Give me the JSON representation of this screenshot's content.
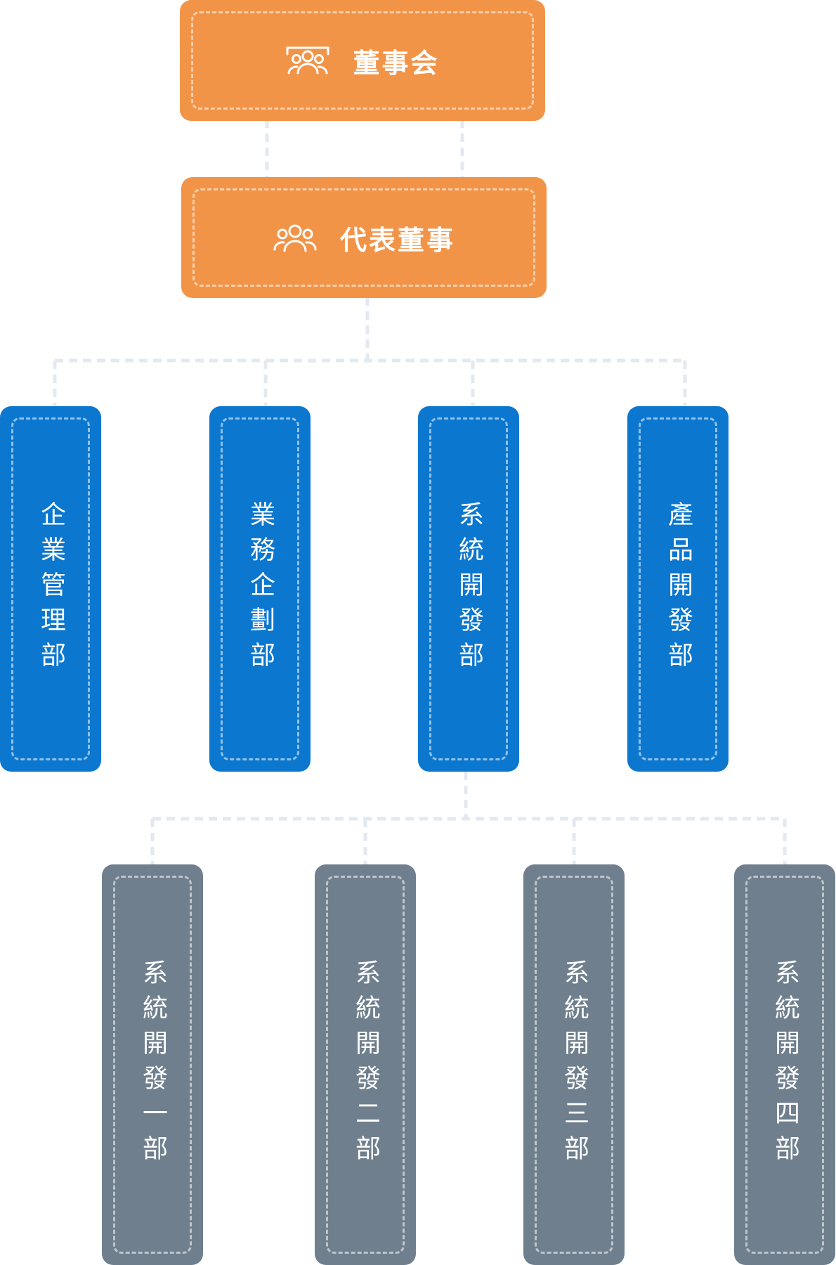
{
  "colors": {
    "executive": "#f29448",
    "department": "#0b77cf",
    "division": "#6f7f8e",
    "connector": "#e3e9f0"
  },
  "board": {
    "label": "董事会",
    "icon": "group-icon"
  },
  "ceo": {
    "label": "代表董事",
    "icon": "group-icon"
  },
  "departments": [
    {
      "label": "企業管理部"
    },
    {
      "label": "業務企劃部"
    },
    {
      "label": "系統開發部"
    },
    {
      "label": "產品開發部"
    }
  ],
  "divisions": [
    {
      "label": "系統開發一部"
    },
    {
      "label": "系統開發二部"
    },
    {
      "label": "系統開發三部"
    },
    {
      "label": "系統開發四部"
    }
  ]
}
